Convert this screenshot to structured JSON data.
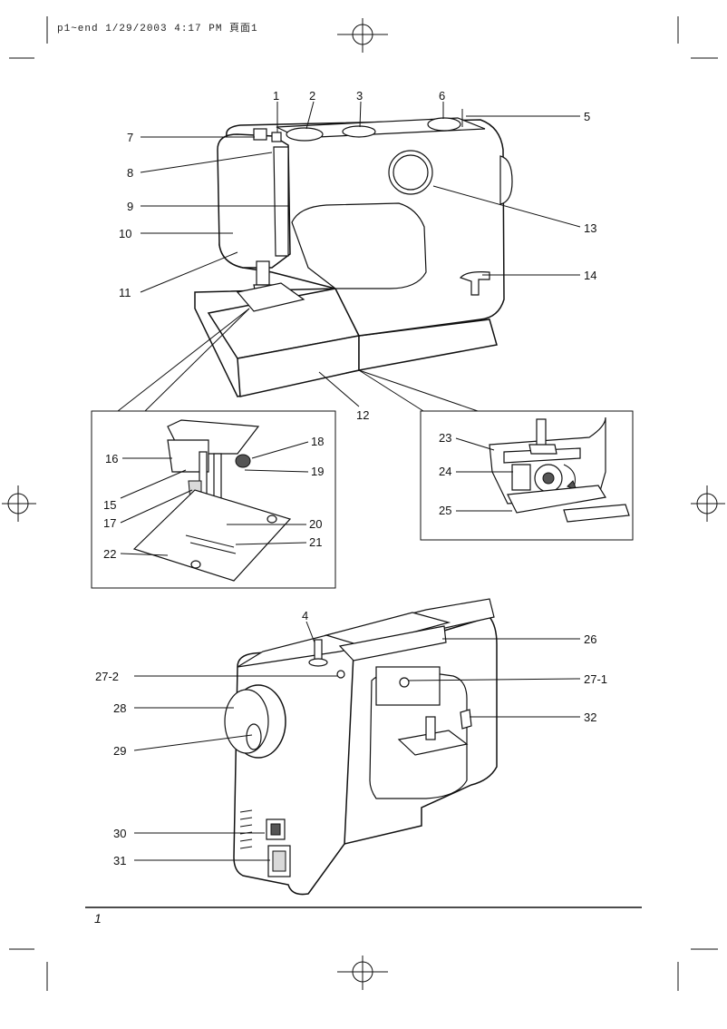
{
  "header": {
    "text": "p1~end 1/29/2003 4:17 PM 頁面1"
  },
  "page_number": "1",
  "figure_top": {
    "labels": [
      "1",
      "2",
      "3",
      "6",
      "5",
      "7",
      "8",
      "9",
      "10",
      "11",
      "13",
      "14",
      "12"
    ]
  },
  "inset_left": {
    "labels": [
      "16",
      "18",
      "19",
      "15",
      "17",
      "20",
      "21",
      "22"
    ]
  },
  "inset_right": {
    "labels": [
      "23",
      "24",
      "25"
    ]
  },
  "figure_bottom": {
    "labels": [
      "4",
      "26",
      "27-2",
      "27-1",
      "28",
      "32",
      "29",
      "30",
      "31"
    ]
  }
}
